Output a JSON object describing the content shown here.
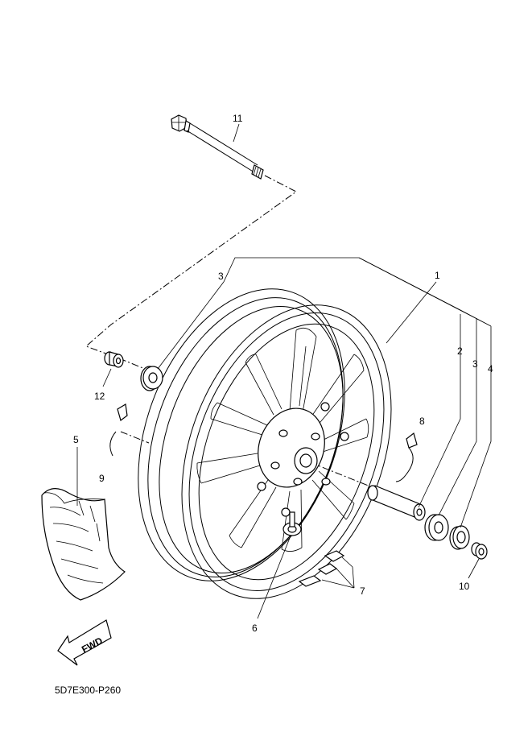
{
  "diagram": {
    "callouts": [
      {
        "id": "c1",
        "label": "1"
      },
      {
        "id": "c2",
        "label": "2"
      },
      {
        "id": "c3a",
        "label": "3"
      },
      {
        "id": "c3b",
        "label": "3"
      },
      {
        "id": "c4",
        "label": "4"
      },
      {
        "id": "c5",
        "label": "5"
      },
      {
        "id": "c6",
        "label": "6"
      },
      {
        "id": "c7",
        "label": "7"
      },
      {
        "id": "c8",
        "label": "8"
      },
      {
        "id": "c9",
        "label": "9"
      },
      {
        "id": "c10",
        "label": "10"
      },
      {
        "id": "c11",
        "label": "11"
      },
      {
        "id": "c12",
        "label": "12"
      }
    ],
    "fwd_label": "FWD",
    "figure_code": "5D7E300-P260"
  }
}
